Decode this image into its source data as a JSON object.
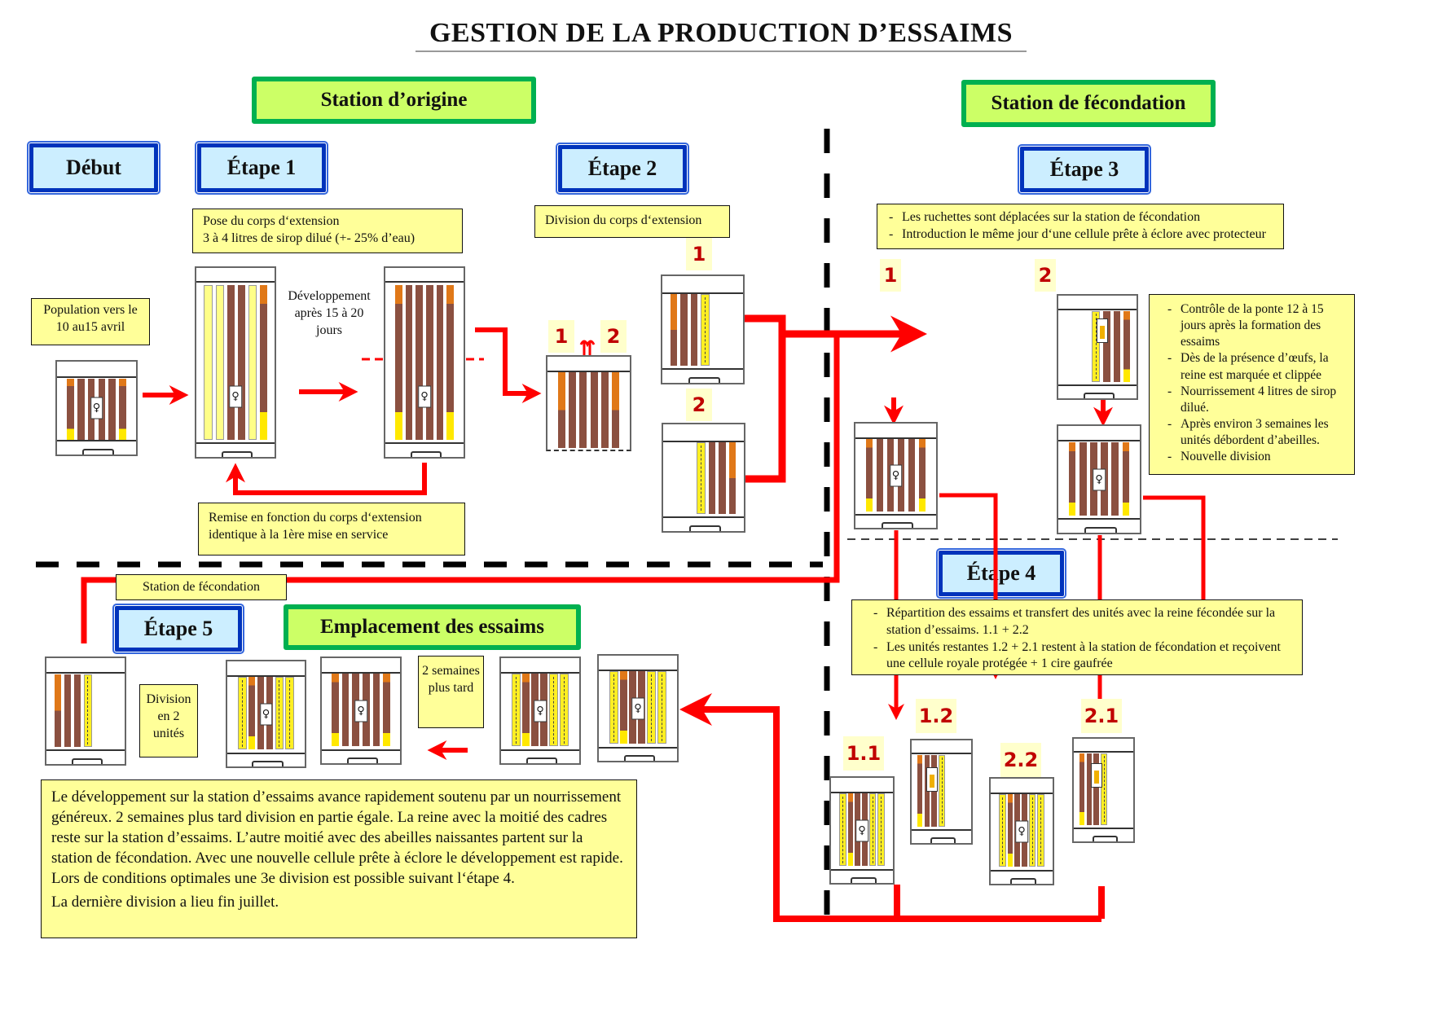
{
  "title": "GESTION DE LA PRODUCTION D’ESSAIMS",
  "stations": {
    "origin": "Station d’origine",
    "fecondation": "Station de fécondation",
    "emplacement": "Emplacement des essaims"
  },
  "steps": {
    "debut": "Début",
    "etape1": "Étape 1",
    "etape2": "Étape 2",
    "etape3": "Étape 3",
    "etape4": "Étape 4",
    "etape5": "Étape 5"
  },
  "notes": {
    "population": "Population vers le 10 au15 avril",
    "pose_line1": "Pose du corps d‘extension",
    "pose_line2": "3 à 4 litres de sirop dilué (+- 25% d’eau)",
    "developpement": "Développement après 15 à 20 jours",
    "remise_line1": "Remise en fonction du corps d‘extension",
    "remise_line2": "identique à la 1ère mise en service",
    "division_corps": "Division du corps d‘extension",
    "etape3_items": [
      "Les ruchettes sont déplacées sur la station de fécondation",
      "Introduction le même jour d‘une cellule prête à éclore avec protecteur"
    ],
    "controle_items": [
      "Contrôle de la ponte 12 à 15 jours après la formation des essaims",
      "Dès de la présence d’œufs, la reine est marquée et clippée",
      "Nourrissement 4 litres de sirop dilué.",
      "Après environ 3 semaines les unités débordent d’abeilles.",
      "Nouvelle division"
    ],
    "etape4_items": [
      "Répartition des essaims et transfert des unités avec la reine fécondée sur la station d’essaims. 1.1 + 2.2",
      "Les  unités restantes 1.2 + 2.1  restent à la station de fécondation et reçoivent une cellule royale protégée + 1 cire gaufrée"
    ],
    "station_fecondation_label": "Station de fécondation",
    "division_2": "Division en 2 unités",
    "deux_semaines": "2 semaines plus tard",
    "bottom_para": "Le développement sur la station d’essaims avance rapidement soutenu par un nourrissement généreux.  2 semaines plus tard division en partie égale. La reine avec la moitié des cadres reste sur la station d’essaims. L’autre moitié avec des abeilles naissantes partent sur la station de fécondation. Avec une nouvelle cellule prête à éclore le développement est rapide. Lors de conditions optimales une 3e division est possible suivant l‘étape 4.",
    "bottom_last": "La dernière division a lieu fin juillet."
  },
  "unit_labels": {
    "e2_split_1": "1",
    "e2_split_2": "2",
    "e2_hive_1": "1",
    "e2_hive_2": "2",
    "e3_1": "1",
    "e3_2": "2",
    "u11": "1.1",
    "u12": "1.2",
    "u21": "2.1",
    "u22": "2.2"
  },
  "colors": {
    "arrow": "#ff0000",
    "station_fill": "#ccff66",
    "station_border": "#00b050",
    "step_fill": "#cceeff",
    "step_border": "#0033bb",
    "note_fill": "#ffff99",
    "brood_frame": "#8b5040",
    "honey": "#e07818",
    "foundation": "#ffef22",
    "number": "#c00000"
  },
  "icons": {
    "queen": "♀"
  }
}
